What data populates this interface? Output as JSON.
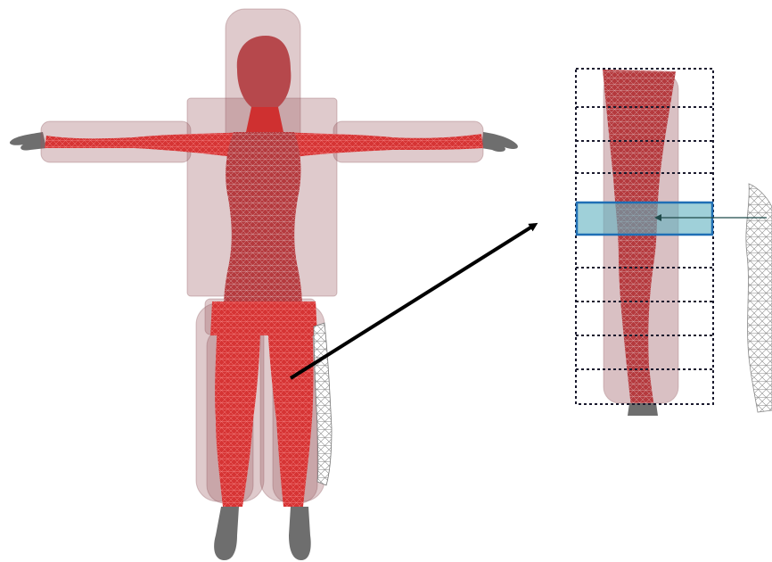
{
  "figure": {
    "background": "#ffffff",
    "colors": {
      "body_mesh": "#d42a2a",
      "body_fill": "#c83232",
      "bounding_cylinder": "#a86a6e",
      "extremity_gray": "#6e6e6e",
      "slice_highlight_fill": "#6fb6c2",
      "slice_highlight_border": "#1f6fb5",
      "slice_lines": "#1a1a2e",
      "arrow": "#000000",
      "thin_arrow": "#1f4a4a",
      "wire_gray": "#8a8a8a"
    },
    "panels": [
      {
        "name": "full-body-with-bounding-cylinders"
      },
      {
        "name": "leg-slice-stack"
      },
      {
        "name": "leg-cross-section-mesh"
      }
    ],
    "slice_count": 10,
    "highlighted_slice": 5
  }
}
